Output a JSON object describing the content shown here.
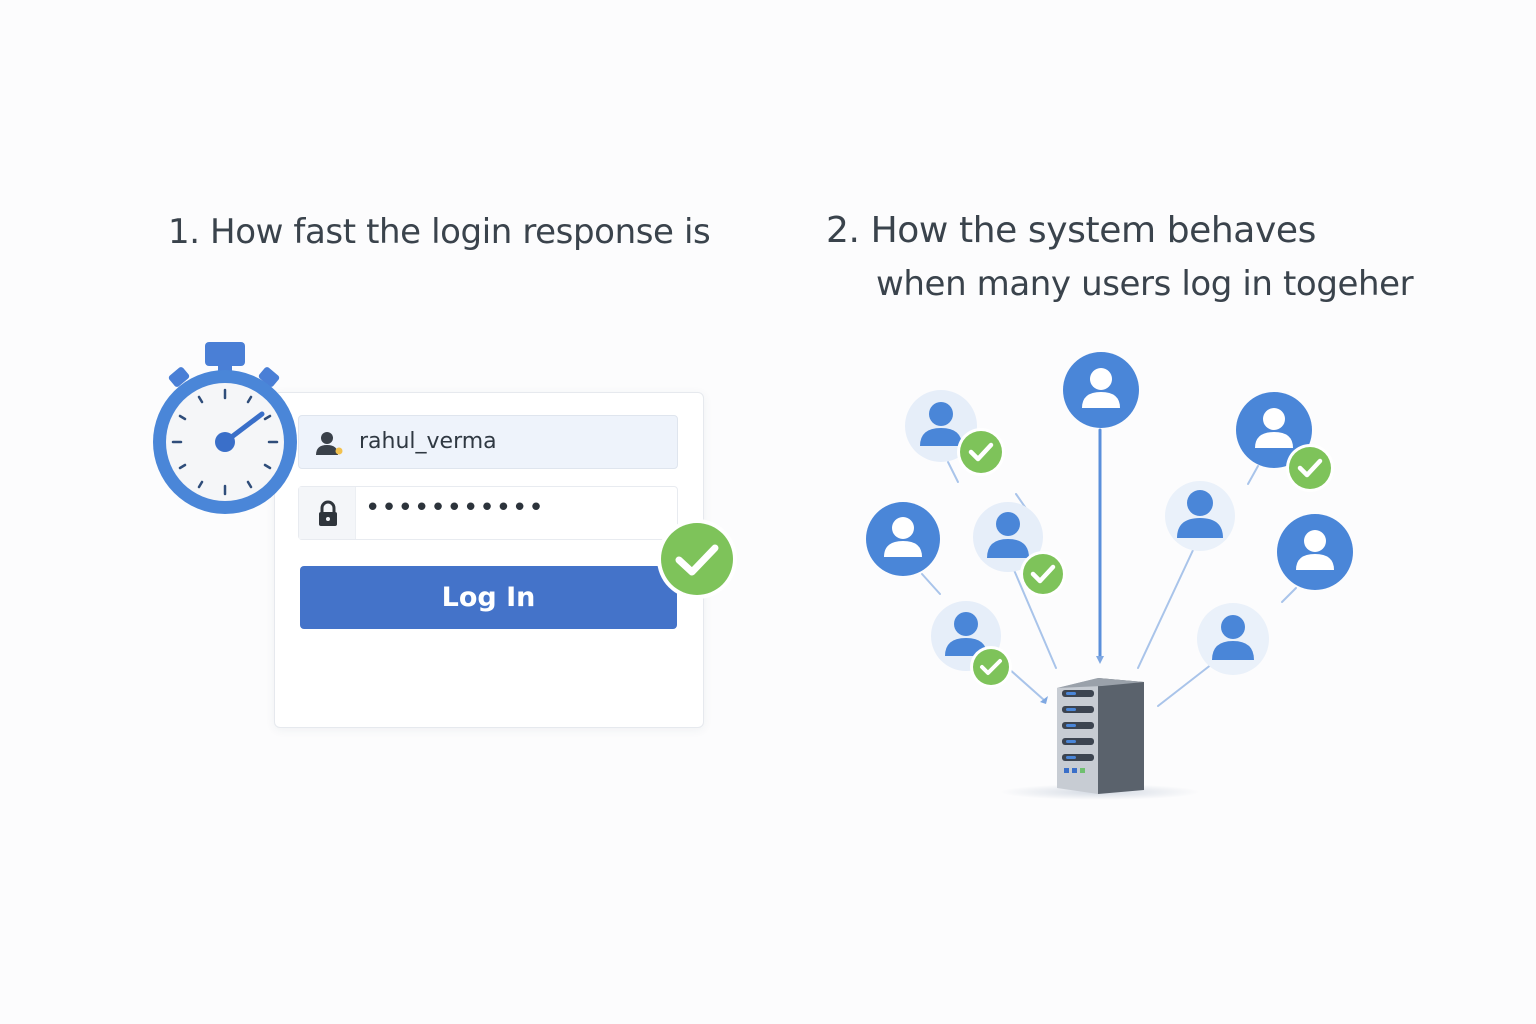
{
  "sections": {
    "first_title": "1. How fast the login response is",
    "second_title_line1": "2. How the system behaves",
    "second_title_line2": "when many users log in togeher"
  },
  "login_form": {
    "username_value": "rahul_verma",
    "password_value": "•••••••••••",
    "login_label": "Log In"
  },
  "icons": {
    "timer": "stopwatch-icon",
    "user": "user-icon",
    "lock": "lock-icon",
    "success": "check-circle-icon",
    "server": "server-icon"
  },
  "colors": {
    "primary_blue": "#4473c9",
    "accent_blue": "#4a86d8",
    "success_green": "#7ec35a",
    "server_gray": "#5a626c"
  }
}
